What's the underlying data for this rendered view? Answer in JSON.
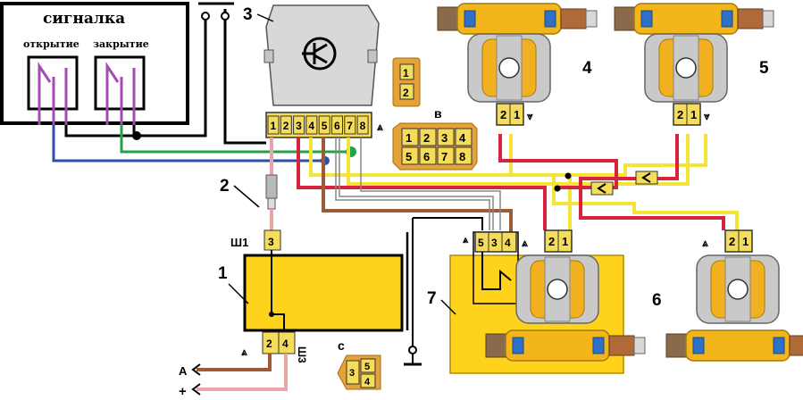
{
  "alarm": {
    "title": "сигналка",
    "open": "открытие",
    "close": "закрытие"
  },
  "relay": {
    "number": "3",
    "pins": [
      "1",
      "2",
      "3",
      "4",
      "5",
      "6",
      "7",
      "8"
    ]
  },
  "connector_b": {
    "letter": "в",
    "top": [
      "1",
      "2",
      "3",
      "4"
    ],
    "bottom": [
      "5",
      "6",
      "7",
      "8"
    ]
  },
  "connector_small": {
    "pins": [
      "1",
      "2"
    ]
  },
  "switch": {
    "number": "2"
  },
  "controller": {
    "number": "1",
    "top_plug": "Ш1",
    "top_pin": "3",
    "bottom_plug": "Ш3",
    "bottom_pins": [
      "2",
      "4"
    ]
  },
  "connector_c": {
    "letter": "c",
    "pins": [
      "3",
      "5",
      "4"
    ]
  },
  "supply": {
    "minus": "A",
    "plus": "+"
  },
  "actuators": [
    {
      "number": "4",
      "pins": [
        "2",
        "1"
      ]
    },
    {
      "number": "5",
      "pins": [
        "2",
        "1"
      ]
    },
    {
      "number": "6",
      "pins": [
        "2",
        "1"
      ]
    }
  ],
  "driver_actuator": {
    "number": "7",
    "switch_pins": [
      "5",
      "3",
      "4"
    ],
    "pins": [
      "2",
      "1"
    ]
  },
  "colors": {
    "housing": "#f2b61b",
    "metal": "#c9c9c9",
    "red": "#d6243c",
    "yellow": "#f4e43a",
    "green": "#22a34a",
    "blue": "#2e4fa8",
    "brown": "#9c5b38",
    "pink": "#eaa6a6",
    "purple": "#a64ab4",
    "connector": "#f5dc5a",
    "module": "#ffd21c"
  }
}
